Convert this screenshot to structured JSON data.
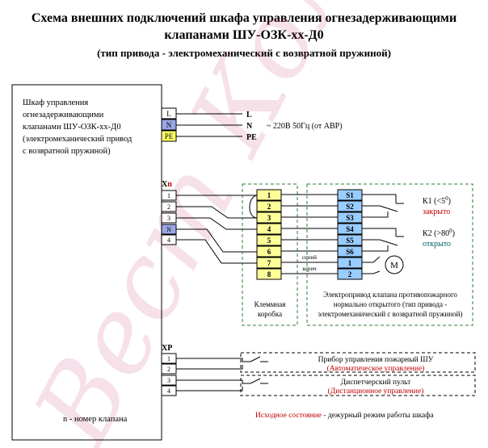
{
  "title": {
    "line1": "Схема внешних подключений шкафа управления огнезадерживающими",
    "line2": "клапанами ШУ-ОЗК-хх-Д0",
    "line3": "(тип привода - электромеханический с возвратной пружиной)"
  },
  "cabinet": {
    "desc": [
      "Шкаф управления",
      "огнезадерживающими",
      "клапанами ШУ-ОЗК-хх-Д0",
      "(электромеханический привод",
      "с возвратной пружиной)"
    ],
    "footnote": "n - номер клапана"
  },
  "power": {
    "terminals": [
      "L",
      "N",
      "PE"
    ],
    "labels": [
      "L",
      "N",
      "PE"
    ],
    "supply": "~ 220В  50Гц (от АВР)",
    "colors": {
      "L": "#ffffff",
      "N": "#9aa6e6",
      "PE": "#ffff66"
    }
  },
  "xn": {
    "label": "Xn",
    "terminals": [
      "1",
      "2",
      "3",
      "N",
      "4"
    ]
  },
  "junction_box": {
    "terminals": [
      "1",
      "2",
      "3",
      "4",
      "5",
      "6",
      "7",
      "8"
    ],
    "caption": [
      "Клеммная",
      "коробка"
    ],
    "fill": "#ffff99"
  },
  "actuator": {
    "terminals": [
      "S1",
      "S2",
      "S3",
      "S4",
      "S5",
      "S6",
      "1",
      "2"
    ],
    "fill": "#99ccff",
    "wire_blue": "синий",
    "wire_brown": "корич",
    "motor": "M",
    "caption": [
      "Электропривод клапана противопожарного",
      "нормально открытого (тип привода -",
      "электромеханический с возвратной пружиной)"
    ]
  },
  "limit_switches": [
    {
      "name": "К1 (<5",
      "sup": "0",
      "tail": ")",
      "state": "закрыто",
      "state_color": "#c00000"
    },
    {
      "name": "К2 (>80",
      "sup": "0",
      "tail": ")",
      "state": "открыто",
      "state_color": "#006060"
    }
  ],
  "xp": {
    "label": "XP",
    "terminals": [
      "1",
      "2",
      "3",
      "4"
    ]
  },
  "external": [
    {
      "title": "Прибор управления пожарный ШУ",
      "mode": "(Автоматическое управление)"
    },
    {
      "title": "Диспетчерский пульт",
      "mode": "(Дистанционное управление)"
    }
  ],
  "initial_state": {
    "label": "Исходное состояние",
    "rest": " - дежурный режим работы шкафа"
  },
  "watermark": "Вест Комта",
  "colors": {
    "dashed_green": "#2e7d32",
    "dashed_black": "#000000",
    "red_text": "#c00000"
  }
}
